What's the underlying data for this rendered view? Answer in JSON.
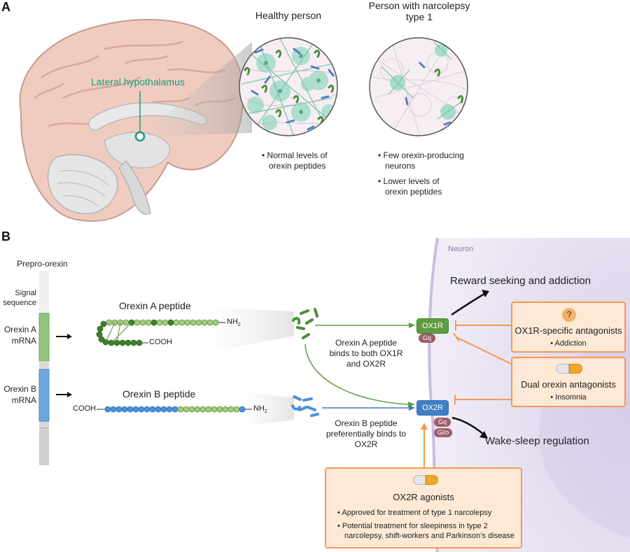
{
  "panel_a": {
    "letter": "A",
    "lateral_hypothalamus": "Lateral hypothalamus",
    "healthy": {
      "title": "Healthy person",
      "bullet": "Normal levels of orexin peptides"
    },
    "narcolepsy": {
      "title": "Person with narcolepsy type 1",
      "bullet_1": "Few orexin-producing neurons",
      "bullet_2": "Lower levels of orexin peptides"
    }
  },
  "panel_b": {
    "letter": "B",
    "neuron_label": "Neuron",
    "prepro_label": "Prepro-orexin",
    "segments": {
      "signal": "Signal sequence",
      "orexin_a": "Orexin A mRNA",
      "orexin_b": "Orexin B mRNA"
    },
    "orexin_a_peptide": {
      "title": "Orexin A peptide",
      "nh2": "NH",
      "cooh": "COOH",
      "sub2": "2"
    },
    "orexin_b_peptide": {
      "title": "Orexin B peptide",
      "cooh": "COOH",
      "nh2": "NH",
      "sub2": "2"
    },
    "binding_a": "Orexin A peptide binds to both OX1R and OX2R",
    "binding_b": "Orexin B peptide preferentially binds to OX2R",
    "ox1r": "OX1R",
    "ox2r": "OX2R",
    "gq": "Gq",
    "gq2": "Gq",
    "gio": "Gi/o",
    "reward": "Reward seeking and addiction",
    "wake": "Wake-sleep regulation",
    "ox1r_antag": {
      "symbol": "?",
      "title": "OX1R-specific antagonists",
      "bullet": "Addiction"
    },
    "dual_antag": {
      "title": "Dual orexin antagonists",
      "bullet": "Insomnia"
    },
    "ox2r_agonists": {
      "title": "OX2R agonists",
      "bullet_1": "Approved for treatment of type 1 narcolepsy",
      "bullet_2": "Potential treatment for sleepiness in type 2 narcolepsy, shift-workers and Parkinson’s disease"
    }
  },
  "colors": {
    "orexin_a_green": "#5a9e3e",
    "orexin_b_blue": "#3f7fc6",
    "antagonist_orange": "#f39b4e",
    "box_fill": "#fde9d6",
    "neuron_purple": "#e3dcef",
    "label_green": "#1f9a78"
  }
}
